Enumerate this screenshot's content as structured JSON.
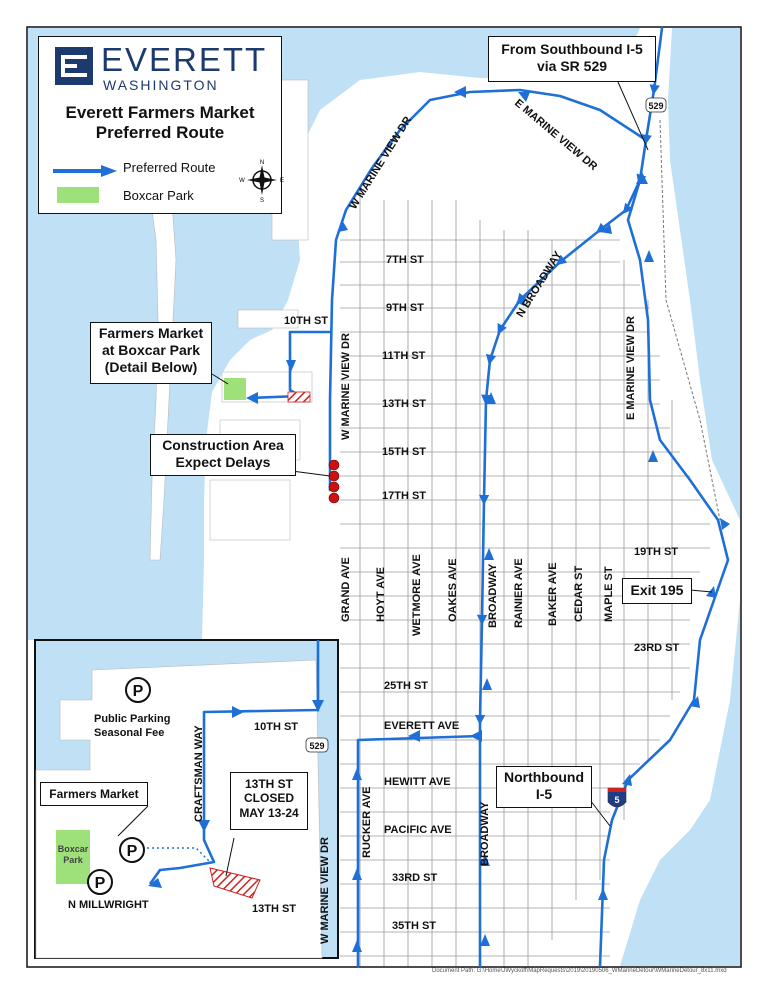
{
  "logo": {
    "name": "EVERETT",
    "subname": "WASHINGTON"
  },
  "legend": {
    "title_line1": "Everett Farmers Market",
    "title_line2": "Preferred Route",
    "route_label": "Preferred Route",
    "park_label": "Boxcar Park",
    "compass": {
      "n": "N",
      "s": "S",
      "e": "E",
      "w": "W"
    }
  },
  "callouts": {
    "southbound_line1": "From Southbound I-5",
    "southbound_line2": "via SR 529",
    "market_line1": "Farmers Market",
    "market_line2": "at Boxcar Park",
    "market_line3": "(Detail Below)",
    "construction_line1": "Construction Area",
    "construction_line2": "Expect Delays",
    "exit": "Exit 195",
    "northbound_line1": "Northbound",
    "northbound_line2": "I-5"
  },
  "streets": {
    "w_marine_view_dr_top": "W MARINE VIEW DR",
    "w_marine_view_dr": "W MARINE VIEW DR",
    "e_marine_view_dr_top": "E MARINE VIEW DR",
    "e_marine_view_dr": "E MARINE VIEW DR",
    "n_broadway": "N BROADWAY",
    "s7th": "7TH ST",
    "s9th": "9TH ST",
    "s10th": "10TH ST",
    "s11th": "11TH ST",
    "s13th": "13TH ST",
    "s15th": "15TH ST",
    "s17th": "17TH ST",
    "s19th": "19TH ST",
    "s23rd": "23RD ST",
    "s25th": "25TH ST",
    "everett_ave": "EVERETT AVE",
    "hewitt_ave": "HEWITT AVE",
    "pacific_ave": "PACIFIC AVE",
    "s33rd": "33RD ST",
    "s35th": "35TH ST",
    "grand_ave": "GRAND AVE",
    "hoyt_ave": "HOYT AVE",
    "wetmore_ave": "WETMORE AVE",
    "oakes_ave": "OAKES AVE",
    "broadway": "BROADWAY",
    "broadway_south": "BROADWAY",
    "rainier_ave": "RAINIER AVE",
    "baker_ave": "BAKER AVE",
    "cedar_st": "CEDAR ST",
    "maple_st": "MAPLE ST",
    "rucker_ave": "RUCKER AVE"
  },
  "shields": {
    "sr529_top": "529",
    "sr529_inset": "529",
    "i5": "5"
  },
  "inset": {
    "parking_symbol": "P",
    "public_parking_line1": "Public Parking",
    "public_parking_line2": "Seasonal Fee",
    "s10th": "10TH ST",
    "craftsman_way": "CRAFTSMAN WAY",
    "w_marine_view_dr": "W MARINE VIEW DR",
    "farmers_market": "Farmers Market",
    "boxcar_line1": "Boxcar",
    "boxcar_line2": "Park",
    "closure_line1": "13TH ST",
    "closure_line2": "CLOSED",
    "closure_line3": "MAY 13-24",
    "n_millwright": "N MILLWRIGHT",
    "s13th": "13TH ST"
  },
  "footer": "Document Path: G:\\Home\\JWyckoff\\MapRequests\\2019\\20190506_WMarineDetour\\WMarineDetour_8x11.mxd",
  "colors": {
    "water": "#bfe0f5",
    "land": "#ffffff",
    "route": "#1e6fd6",
    "park": "#9ee07a",
    "navy": "#1d3a6e",
    "closure": "#cc2222"
  }
}
